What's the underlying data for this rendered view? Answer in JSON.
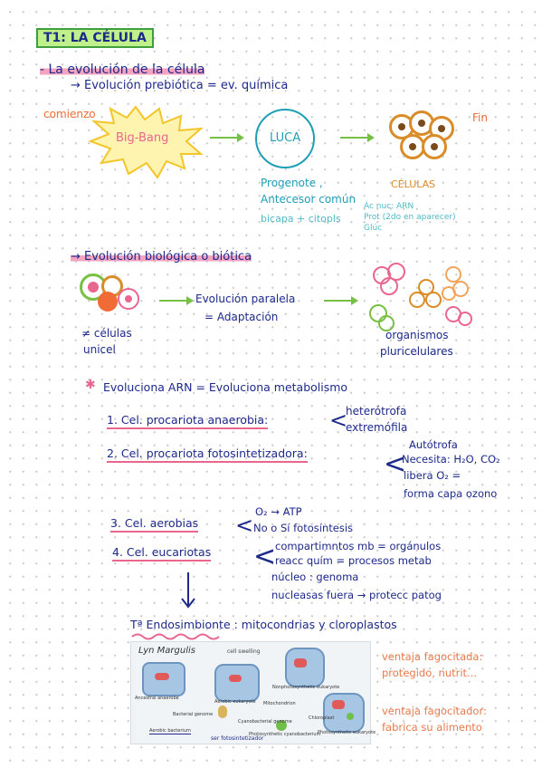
{
  "title": "T1: LA CÉLULA",
  "section1": {
    "heading": "- La evolución de la célula",
    "subheading": "→ Evolución prebiótica = ev. química",
    "start_label": "comienzo",
    "end_label": "Fin",
    "bigbang": "Big-Bang",
    "luca": "LUCA",
    "luca_note_1": "Progenote ,",
    "luca_note_2": "Antecesor común",
    "luca_note_3": "bicapa + citopls",
    "cells_label": "CÉLULAS",
    "acids_1": "Ác nuc: ARN",
    "acids_2": "Prot (2do en aparecer)",
    "acids_3": "Glúc"
  },
  "section2": {
    "heading": "→ Evolución biológica o biótica",
    "unicel_1": "≠ células",
    "unicel_2": "unicel",
    "parallel_1": "Evolución paralela",
    "parallel_2": "= Adaptación",
    "pluri_1": "organismos",
    "pluri_2": "pluricelulares"
  },
  "section3": {
    "heading": "Evoluciona ARN = Evoluciona metabolismo",
    "items": [
      {
        "label": "1. Cel. procariota anaerobia:",
        "notes": [
          "heterótrofa",
          "extremófila"
        ]
      },
      {
        "label": "2. Cel. procariota fotosintetizadora:",
        "notes": [
          "Autótrofa",
          "Necesita: H₂O, CO₂",
          "libera O₂ =",
          "forma capa ozono"
        ]
      },
      {
        "label": "3. Cel. aerobias",
        "notes": [
          "O₂ → ATP",
          "No o Sí fotosíntesis"
        ]
      },
      {
        "label": "4. Cel. eucariotas",
        "notes": [
          "compartimntos mb = orgánulos",
          "reacc quím = procesos metab",
          "núcleo : genoma",
          "nucleasas fuera → protecc patog"
        ]
      }
    ]
  },
  "section4": {
    "heading": "Tª Endosimbionte : mitocondrias y cloroplastos",
    "author": "Lyn Margulis",
    "figure_labels": {
      "cell_swelling": "cell swelling",
      "nonphoto": "Nonphotosynthetic eukaryote",
      "ancestral": "Ancestral anaerobe",
      "bacterial": "Bacterial genome",
      "aerobic_euk": "Aerobic eukaryote",
      "mitochondrion": "Mitochondrion",
      "aerobic_bact": "Aerobic bacterium",
      "cyanobacterial": "Cyanobacterial genome",
      "photo_cyano": "Photosynthetic cyanobacterium",
      "chloroplast": "Chloroplast",
      "photo_euk": "Photosynthetic eukaryote",
      "hand_note": "ser fotosintetizador"
    },
    "advantage_1a": "ventaja fagocitada:",
    "advantage_1b": "protegido, nutrit...",
    "advantage_2a": "ventaja fagocitador:",
    "advantage_2b": "fabrica su alimento"
  },
  "colors": {
    "navy": "#1d2a8a",
    "teal": "#1f9fb5",
    "pink": "#f4a3c0",
    "orange": "#f06b35",
    "green": "#77c043",
    "gold": "#d98c27"
  }
}
